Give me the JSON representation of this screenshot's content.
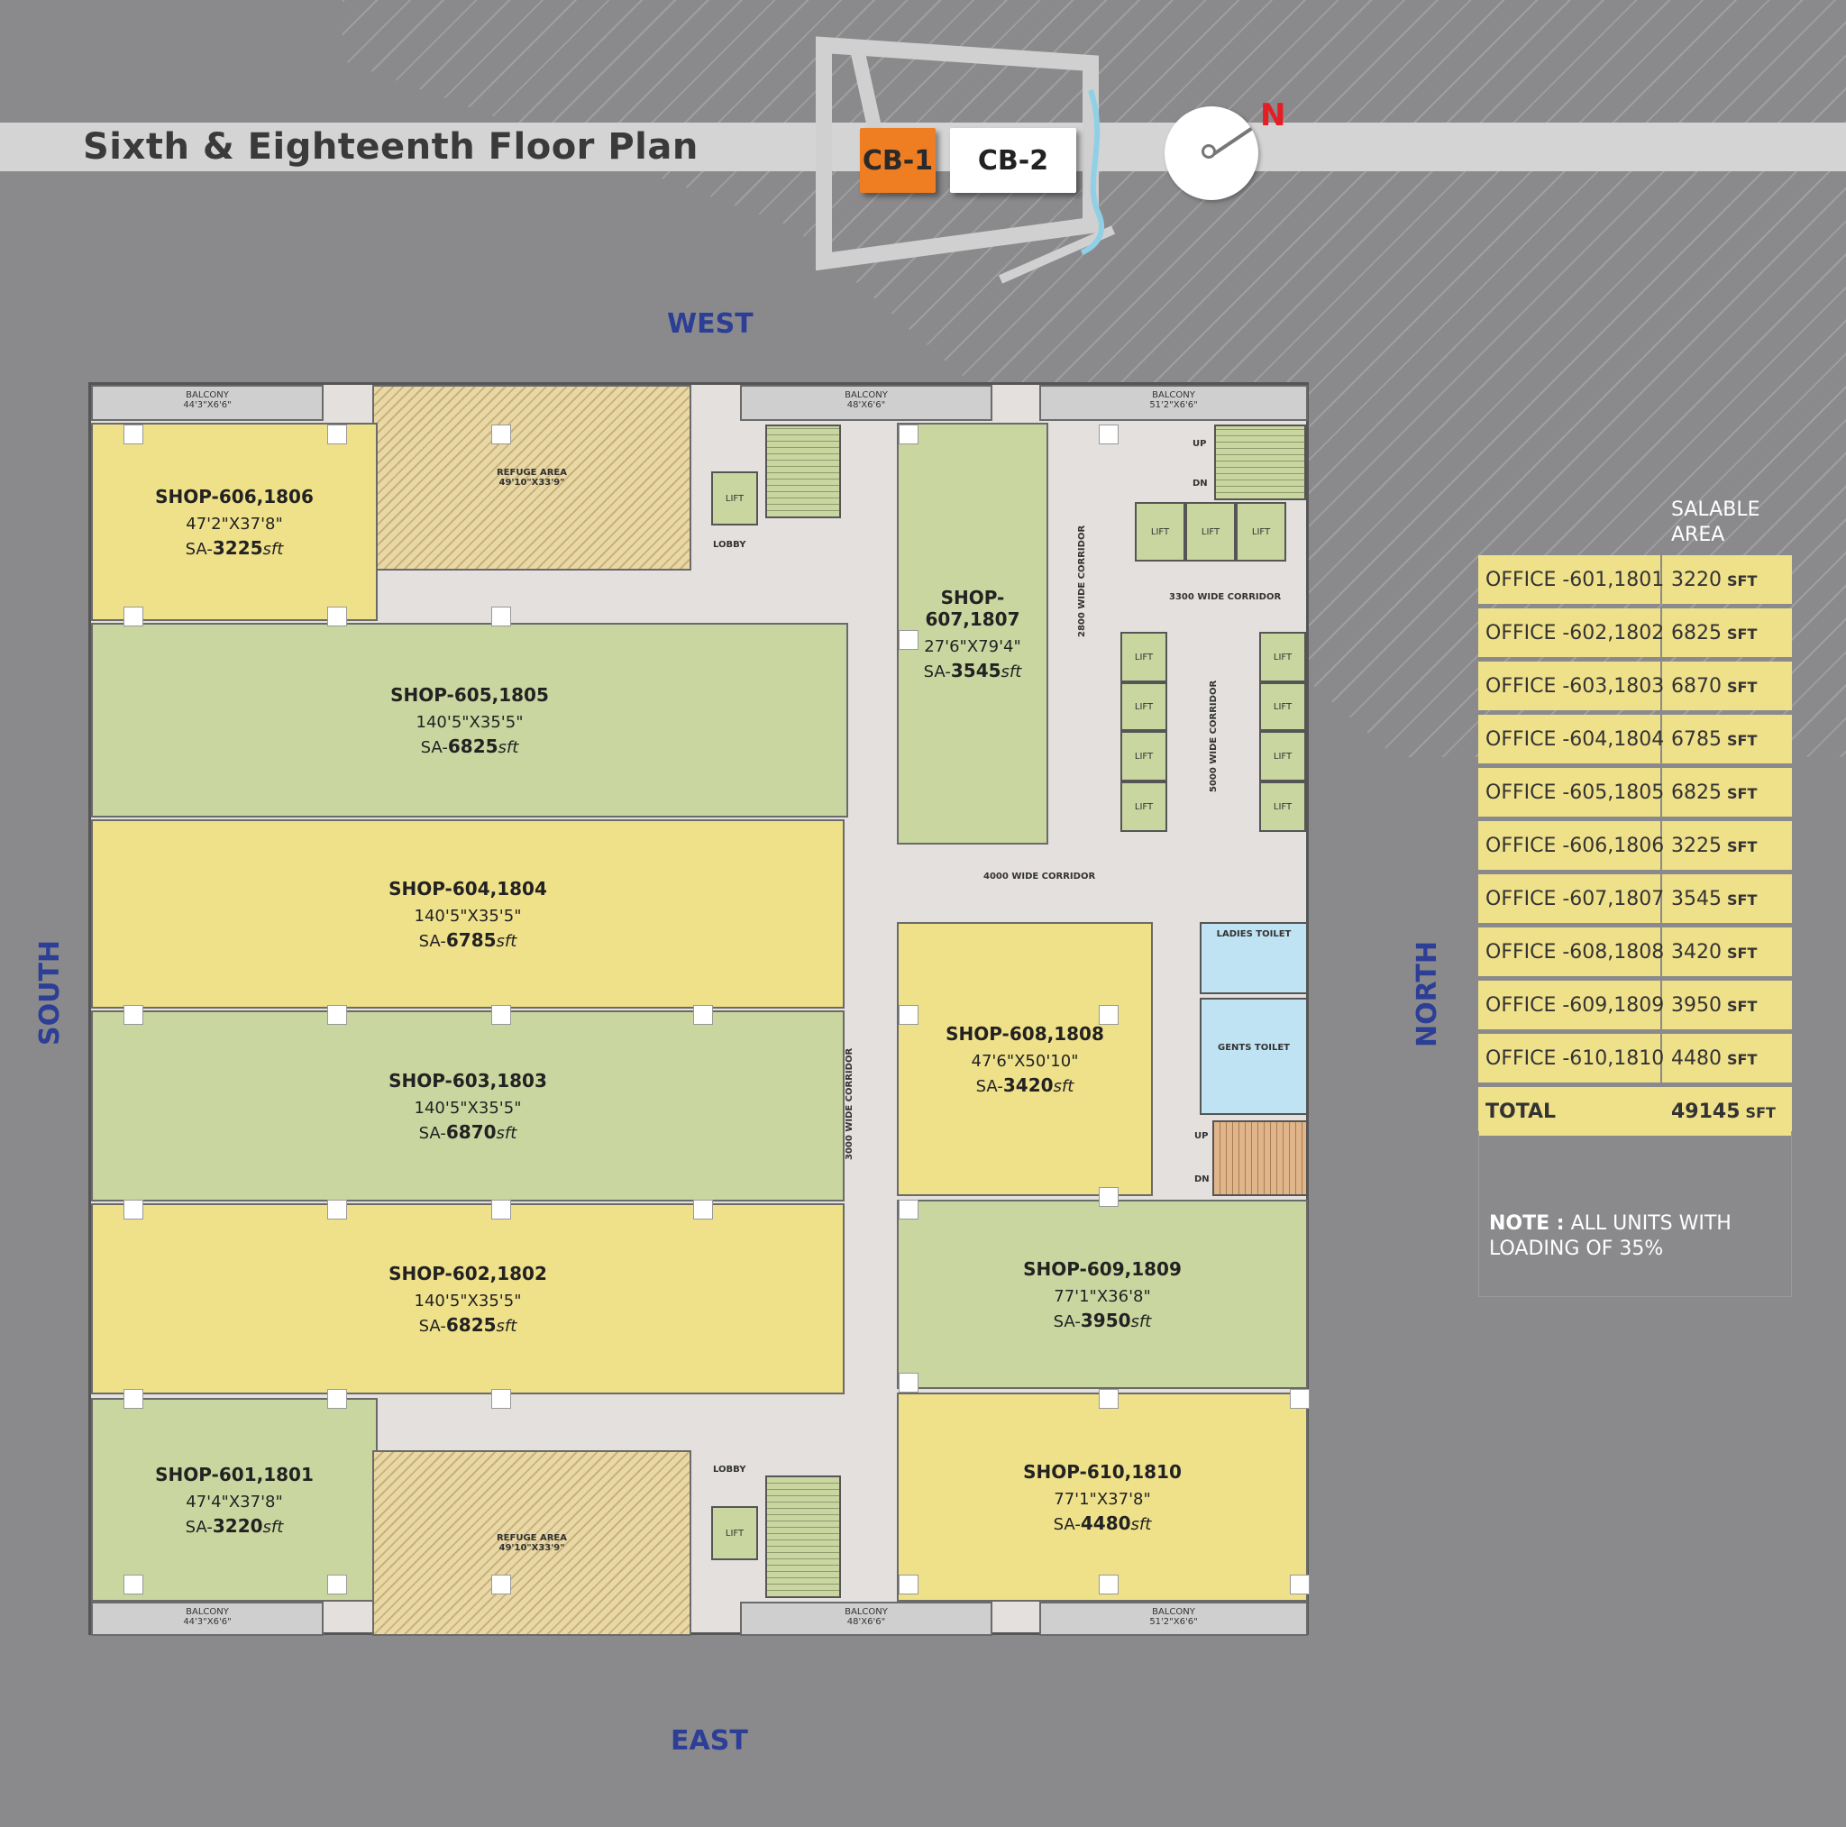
{
  "title": "Sixth & Eighteenth Floor Plan",
  "key_plan": {
    "cb1": "CB-1",
    "cb2": "CB-2",
    "compass_north": "N"
  },
  "directions": {
    "west": "WEST",
    "east": "EAST",
    "south": "SOUTH",
    "north": "NORTH"
  },
  "shops": {
    "s606": {
      "name": "SHOP-606,1806",
      "dim": "47'2\"X37'8\"",
      "sa_prefix": "SA-",
      "sa": "3225",
      "unit": "sft"
    },
    "s605": {
      "name": "SHOP-605,1805",
      "dim": "140'5\"X35'5\"",
      "sa_prefix": "SA-",
      "sa": "6825",
      "unit": "sft"
    },
    "s604": {
      "name": "SHOP-604,1804",
      "dim": "140'5\"X35'5\"",
      "sa_prefix": "SA-",
      "sa": "6785",
      "unit": "sft"
    },
    "s603": {
      "name": "SHOP-603,1803",
      "dim": "140'5\"X35'5\"",
      "sa_prefix": "SA-",
      "sa": "6870",
      "unit": "sft"
    },
    "s602": {
      "name": "SHOP-602,1802",
      "dim": "140'5\"X35'5\"",
      "sa_prefix": "SA-",
      "sa": "6825",
      "unit": "sft"
    },
    "s601": {
      "name": "SHOP-601,1801",
      "dim": "47'4\"X37'8\"",
      "sa_prefix": "SA-",
      "sa": "3220",
      "unit": "sft"
    },
    "s607": {
      "name": "SHOP-607,1807",
      "dim": "27'6\"X79'4\"",
      "sa_prefix": "SA-",
      "sa": "3545",
      "unit": "sft"
    },
    "s608": {
      "name": "SHOP-608,1808",
      "dim": "47'6\"X50'10\"",
      "sa_prefix": "SA-",
      "sa": "3420",
      "unit": "sft"
    },
    "s609": {
      "name": "SHOP-609,1809",
      "dim": "77'1\"X36'8\"",
      "sa_prefix": "SA-",
      "sa": "3950",
      "unit": "sft"
    },
    "s610": {
      "name": "SHOP-610,1810",
      "dim": "77'1\"X37'8\"",
      "sa_prefix": "SA-",
      "sa": "4480",
      "unit": "sft"
    }
  },
  "balconies": {
    "b_top_left": {
      "name": "BALCONY",
      "dim": "44'3\"X6'6\""
    },
    "b_top_mid": {
      "name": "BALCONY",
      "dim": "48'X6'6\""
    },
    "b_top_right": {
      "name": "BALCONY",
      "dim": "51'2\"X6'6\""
    },
    "b_bot_left": {
      "name": "BALCONY",
      "dim": "44'3\"X6'6\""
    },
    "b_bot_mid": {
      "name": "BALCONY",
      "dim": "48'X6'6\""
    },
    "b_bot_right": {
      "name": "BALCONY",
      "dim": "51'2\"X6'6\""
    }
  },
  "labels": {
    "refuge_area": "REFUGE AREA",
    "refuge_top_dim": "49'10\"X33'9\"",
    "refuge_bot_dim": "49'10\"X33'9\"",
    "lift": "LIFT",
    "lobby": "LOBBY",
    "up": "UP",
    "dn": "DN",
    "ladies_toilet": "LADIES TOILET",
    "gents_toilet": "GENTS TOILET",
    "corr_2800": "2800 WIDE CORRIDOR",
    "corr_3300": "3300 WIDE CORRIDOR",
    "corr_5000": "5000 WIDE CORRIDOR",
    "corr_4000": "4000 WIDE CORRIDOR",
    "corr_3000": "3000 WIDE CORRIDOR"
  },
  "area_table": {
    "header": "SALABLE AREA",
    "unit": "SFT",
    "rows": [
      {
        "unit": "OFFICE -601,1801",
        "area": "3220"
      },
      {
        "unit": "OFFICE -602,1802",
        "area": "6825"
      },
      {
        "unit": "OFFICE -603,1803",
        "area": "6870"
      },
      {
        "unit": "OFFICE -604,1804",
        "area": "6785"
      },
      {
        "unit": "OFFICE -605,1805",
        "area": "6825"
      },
      {
        "unit": "OFFICE -606,1806",
        "area": "3225"
      },
      {
        "unit": "OFFICE -607,1807",
        "area": "3545"
      },
      {
        "unit": "OFFICE -608,1808",
        "area": "3420"
      },
      {
        "unit": "OFFICE -609,1809",
        "area": "3950"
      },
      {
        "unit": "OFFICE -610,1810",
        "area": "4480"
      }
    ],
    "total_label": "TOTAL",
    "total_value": "49145"
  },
  "note": {
    "label": "NOTE :",
    "text": "ALL UNITS WITH LOADING OF 35%"
  },
  "colors": {
    "yellow": "#efe08a",
    "green": "#cad6a0",
    "cb1": "#ef7d22",
    "north": "#e31e24",
    "direction": "#2c3e96"
  }
}
